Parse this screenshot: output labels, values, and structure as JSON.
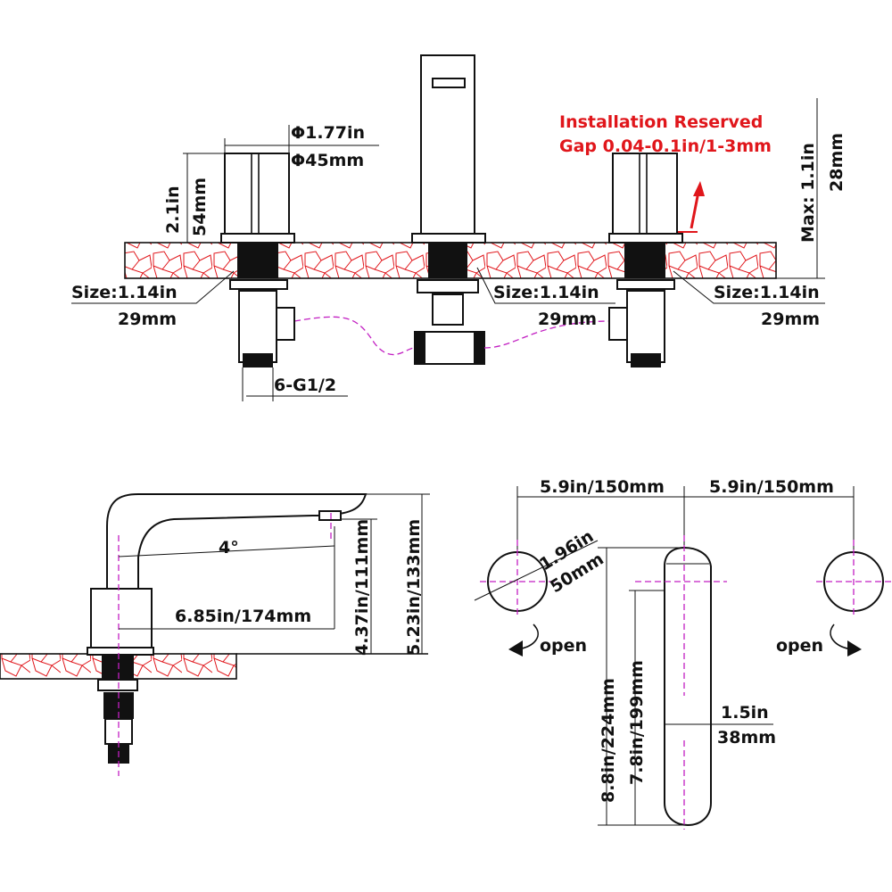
{
  "front_view": {
    "handle_diameter_in": "Φ1.77in",
    "handle_diameter_mm": "Φ45mm",
    "handle_height_in": "2.1in",
    "handle_height_mm": "54mm",
    "gap_note_line1": "Installation Reserved",
    "gap_note_line2": "Gap 0.04-0.1in/1-3mm",
    "max_thickness_in": "Max:  1.1in",
    "max_thickness_mm": "28mm",
    "hole_left_in": "Size:1.14in",
    "hole_left_mm": "29mm",
    "hole_center_in": "Size:1.14in",
    "hole_center_mm": "29mm",
    "hole_right_in": "Size:1.14in",
    "hole_right_mm": "29mm",
    "thread": "6-G1/2"
  },
  "side_view": {
    "angle": "4°",
    "reach": "6.85in/174mm",
    "spout_height": "4.37in/111mm",
    "total_height": "5.23in/133mm"
  },
  "top_view": {
    "spacing_left": "5.9in/150mm",
    "spacing_right": "5.9in/150mm",
    "handle_dia_in": "1.96in",
    "handle_dia_mm": "50mm",
    "open_left": "open",
    "open_right": "open",
    "spout_length": "8.8in/224mm",
    "spout_length_inner": "7.8in/199mm",
    "spout_width_in": "1.5in",
    "spout_width_mm": "38mm"
  },
  "colors": {
    "accent": "#e0161b",
    "centerline": "#c21fc2"
  }
}
